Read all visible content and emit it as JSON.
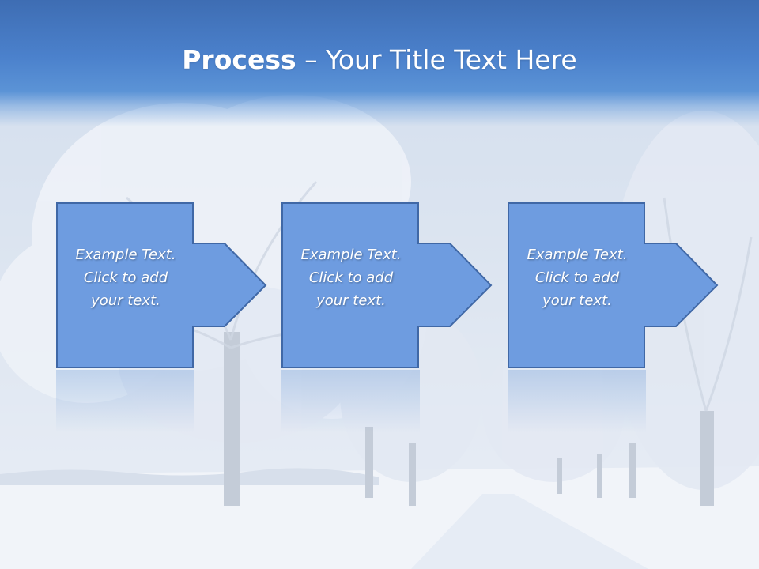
{
  "slide": {
    "title_bold": "Process",
    "title_rest": " – Your Title Text Here"
  },
  "steps": [
    {
      "line1": "Example Text.",
      "line2": "Click  to add",
      "line3": "your text."
    },
    {
      "line1": "Example Text.",
      "line2": "Click  to add",
      "line3": "your text."
    },
    {
      "line1": "Example Text.",
      "line2": "Click  to add",
      "line3": "your text."
    }
  ],
  "colors": {
    "title_band": "#4b81cc",
    "box_fill": "#6d9be0",
    "box_stroke": "#3f68a8",
    "text": "#ffffff"
  },
  "background": {
    "scene": "snowy tree-lined road"
  }
}
